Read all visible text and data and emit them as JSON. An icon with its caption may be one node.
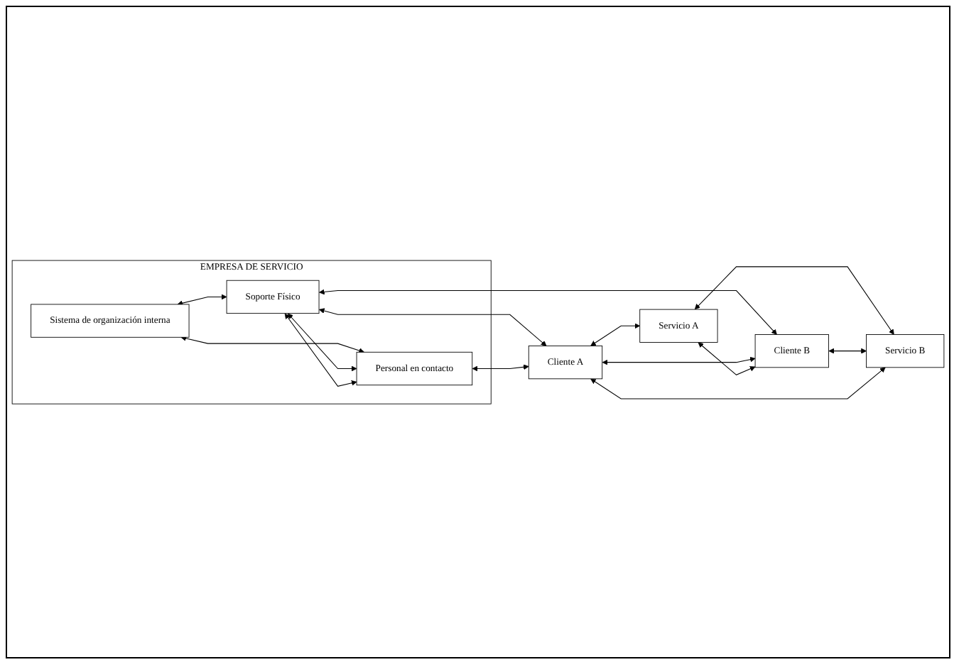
{
  "diagram": {
    "nodes": [
      {
        "text": [
          "EMPRESA DE SERVICIO"
        ]
      },
      {
        "text": [
          "Sistema de organización interna"
        ],
        "in": 0
      },
      {
        "text": [
          "Soporte Físico"
        ],
        "in": 0
      },
      {
        "text": [
          "Personal en contacto"
        ],
        "in": 0
      },
      {
        "text": [
          "Cliente A"
        ]
      },
      {
        "text": [
          "Cliente B"
        ]
      },
      {
        "text": [
          "Servicio A"
        ]
      },
      {
        "text": [
          "Servicio B"
        ]
      }
    ],
    "edges": [
      {
        "from": 1,
        "to": 2,
        "arrow": "both"
      },
      {
        "from": 1,
        "to": 3,
        "arrow": "both"
      },
      {
        "from": 2,
        "to": 3,
        "arrow": "both"
      },
      {
        "from": 2,
        "to": 3,
        "arrow": "both"
      },
      {
        "from": 2,
        "to": 4,
        "arrow": "both"
      },
      {
        "from": 2,
        "to": 5,
        "arrow": "both"
      },
      {
        "from": 3,
        "to": 4,
        "arrow": "both"
      },
      {
        "from": 4,
        "to": 6,
        "arrow": "both"
      },
      {
        "from": 4,
        "to": 5,
        "arrow": "both"
      },
      {
        "from": 6,
        "to": 5,
        "arrow": "both"
      },
      {
        "from": 6,
        "to": 7,
        "arrow": "both"
      },
      {
        "from": 5,
        "to": 7,
        "arrow": "both"
      },
      {
        "from": 4,
        "to": 7,
        "arrow": "both"
      }
    ]
  }
}
